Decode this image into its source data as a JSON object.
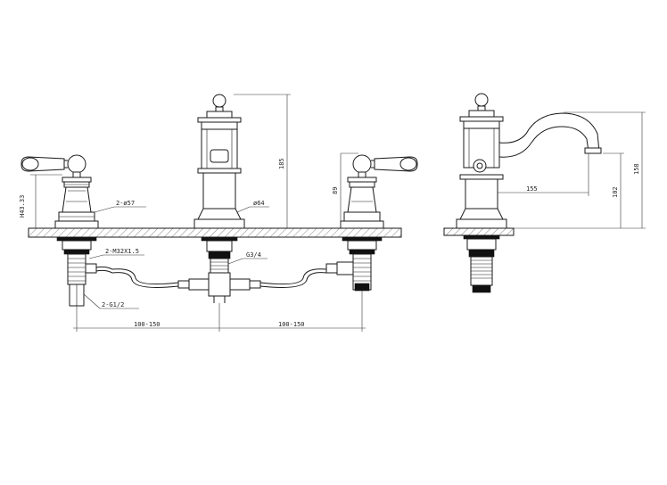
{
  "labels": {
    "h_left_valve": "H43.33",
    "dia_escutcheon": "2-ø57",
    "thread_valve": "2-M32X1.5",
    "inlet_valve": "2-G1/2",
    "outlet_thread": "G3/4",
    "dia_spout": "ø64",
    "h_spout_total": "185",
    "h_right_valve": "89",
    "dim_left_spacing": "100-150",
    "dim_right_spacing": "100-150",
    "side_reach": "155",
    "side_outlet_h": "102",
    "side_total_h": "158"
  }
}
